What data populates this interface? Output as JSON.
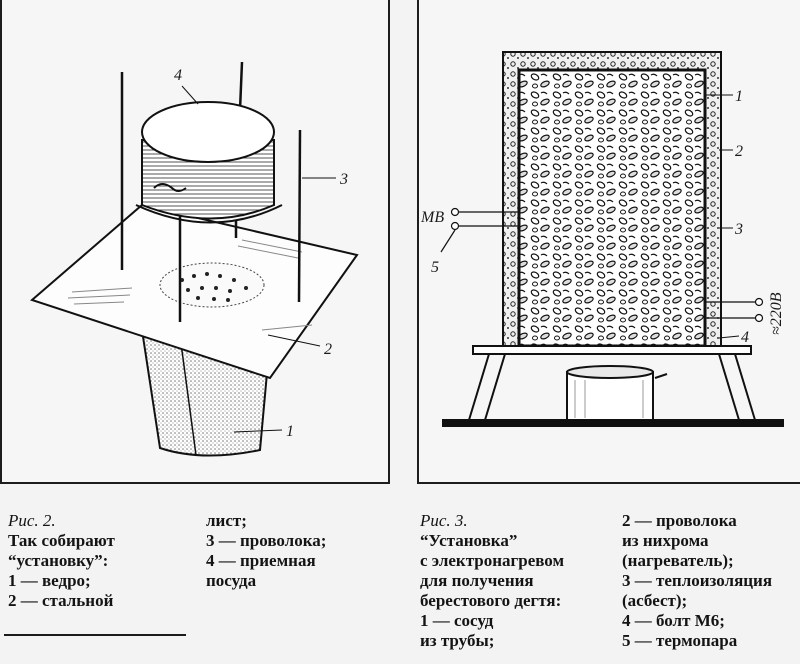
{
  "figure2": {
    "callouts": [
      "1",
      "2",
      "3",
      "4"
    ],
    "caption_col1": [
      "Рис. 2.",
      "Так собирают",
      "“установку”:",
      "1 — ведро;",
      "2 — стальной"
    ],
    "caption_col2": [
      "лист;",
      "3 — проволока;",
      "4 — приемная",
      "посуда"
    ]
  },
  "figure3": {
    "callouts": [
      "1",
      "2",
      "3",
      "4",
      "5",
      "МВ",
      "≈220В"
    ],
    "caption_col1": [
      "Рис. 3.",
      "“Установка”",
      "с электронагревом",
      "для получения",
      "берестового дегтя:",
      "1 — сосуд",
      "из трубы;"
    ],
    "caption_col2": [
      "2 — проволока",
      "из нихрома",
      "(нагреватель);",
      "3 — теплоизоляция",
      "(асбест);",
      "4 — болт М6;",
      "5 — термопара"
    ]
  },
  "colors": {
    "ink": "#141414",
    "paper": "#f3f3f3"
  }
}
